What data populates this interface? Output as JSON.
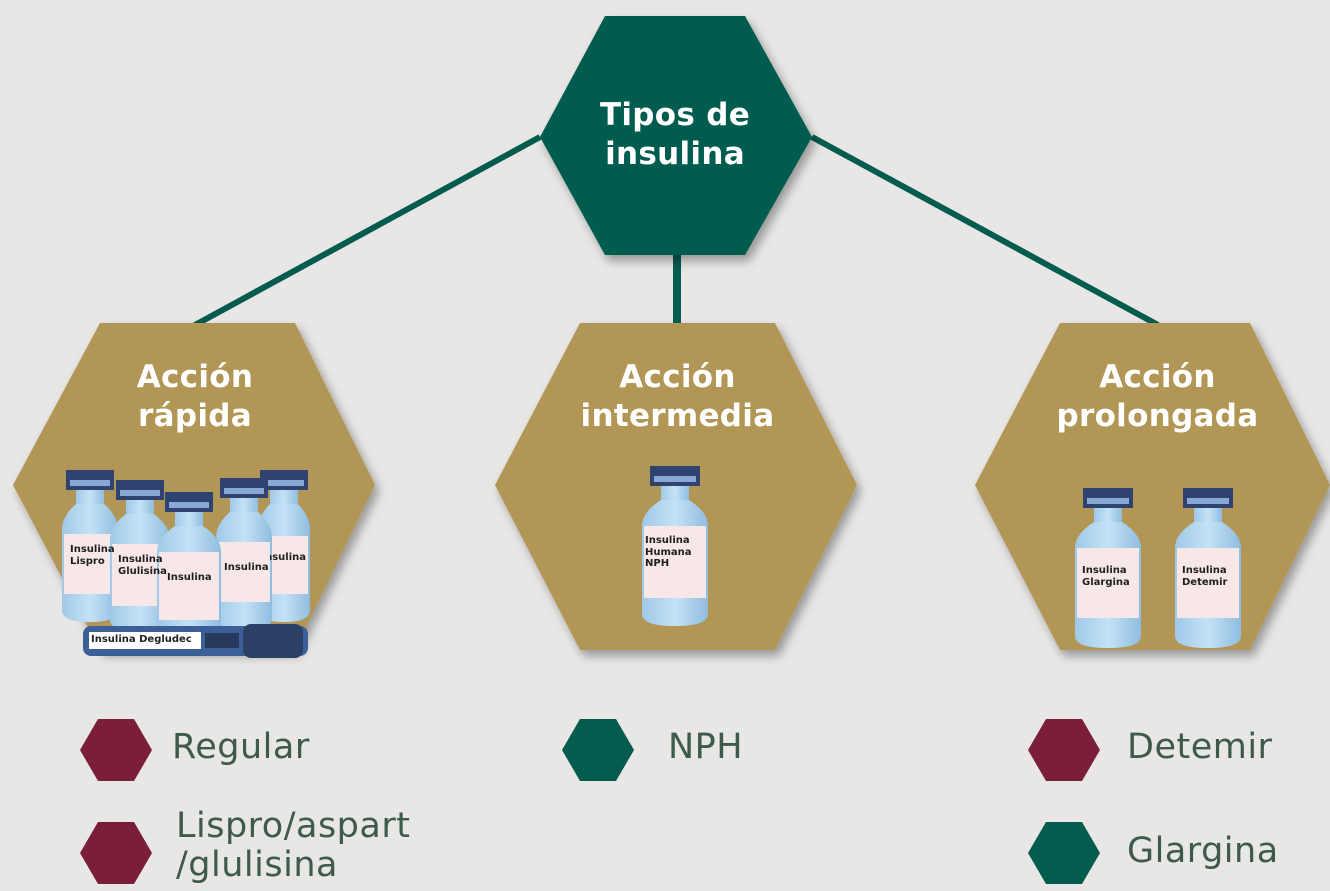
{
  "colors": {
    "background": "#e8e7e5",
    "top_hex": "#045c4f",
    "category_hex": "#b19657",
    "connector": "#045c4f",
    "legend_maroon": "#7b1e37",
    "legend_green": "#045c4f",
    "legend_text": "#3d5a4c"
  },
  "top_node": {
    "label_line1": "Tipos de",
    "label_line2": "insulina"
  },
  "categories": [
    {
      "label_line1": "Acción",
      "label_line2": "rápida",
      "vials": [
        "Insulina Lispro",
        "Insulina Glulisina",
        "Insulina",
        "Insulina",
        "Insulina"
      ],
      "pen_label": "Insulina Degludec"
    },
    {
      "label_line1": "Acción",
      "label_line2": "intermedia",
      "vials": [
        "Insulina Humana NPH"
      ]
    },
    {
      "label_line1": "Acción",
      "label_line2": "prolongada",
      "vials": [
        "Insulina Glargina",
        "Insulina Detemir"
      ]
    }
  ],
  "legend": {
    "rapid": [
      {
        "text": "Regular",
        "color": "maroon"
      },
      {
        "text_line1": "Lispro/aspart",
        "text_line2": "/glulisina",
        "color": "maroon"
      }
    ],
    "intermediate": [
      {
        "text": "NPH",
        "color": "green"
      }
    ],
    "prolonged": [
      {
        "text": "Detemir",
        "color": "maroon"
      },
      {
        "text": "Glargina",
        "color": "green"
      }
    ]
  }
}
